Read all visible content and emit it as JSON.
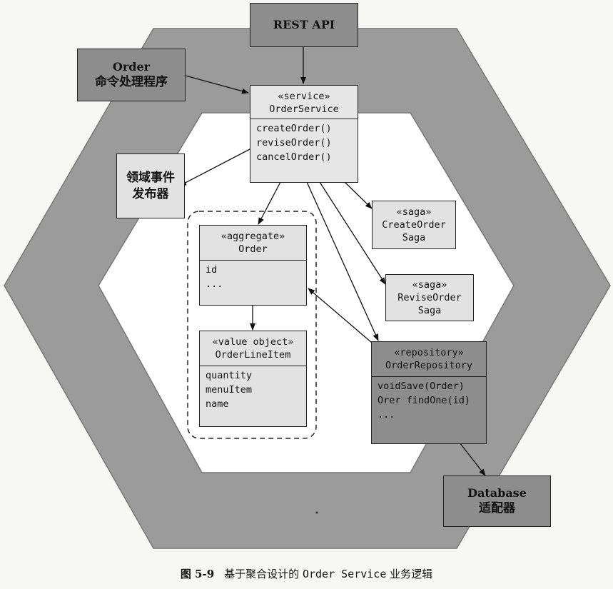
{
  "rest_api": {
    "label": "REST API"
  },
  "order_handler": {
    "line1": "Order",
    "line2": "命令处理程序"
  },
  "domain_event_publisher": {
    "line1": "领域事件",
    "line2": "发布器"
  },
  "order_service": {
    "stereotype": "«service»",
    "name": "OrderService",
    "methods": [
      "createOrder()",
      "reviseOrder()",
      "cancelOrder()"
    ]
  },
  "order_aggregate": {
    "stereotype": "«aggregate»",
    "name": "Order",
    "fields": [
      "id",
      "..."
    ]
  },
  "order_line_item": {
    "stereotype": "«value object»",
    "name": "OrderLineItem",
    "fields": [
      "quantity",
      "menuItem",
      "name"
    ]
  },
  "create_order_saga": {
    "stereotype": "«saga»",
    "line1": "CreateOrder",
    "line2": "Saga"
  },
  "revise_order_saga": {
    "stereotype": "«saga»",
    "line1": "ReviseOrder",
    "line2": "Saga"
  },
  "order_repository": {
    "stereotype": "«repository»",
    "name": "OrderRepository",
    "methods": [
      "voidSave(Order)",
      "Orer findOne(id)",
      "..."
    ]
  },
  "database_adapter": {
    "line1": "Database",
    "line2": "适配器"
  },
  "caption": {
    "number": "图 5-9",
    "part1": "基于聚合设计的",
    "mono": "Order Service",
    "part2": "业务逻辑"
  },
  "colors": {
    "hexagon": "#9b9b9b",
    "inner": "#ffffff",
    "dark_box": "#8d8d8d",
    "light_box": "#e2e2e2"
  }
}
